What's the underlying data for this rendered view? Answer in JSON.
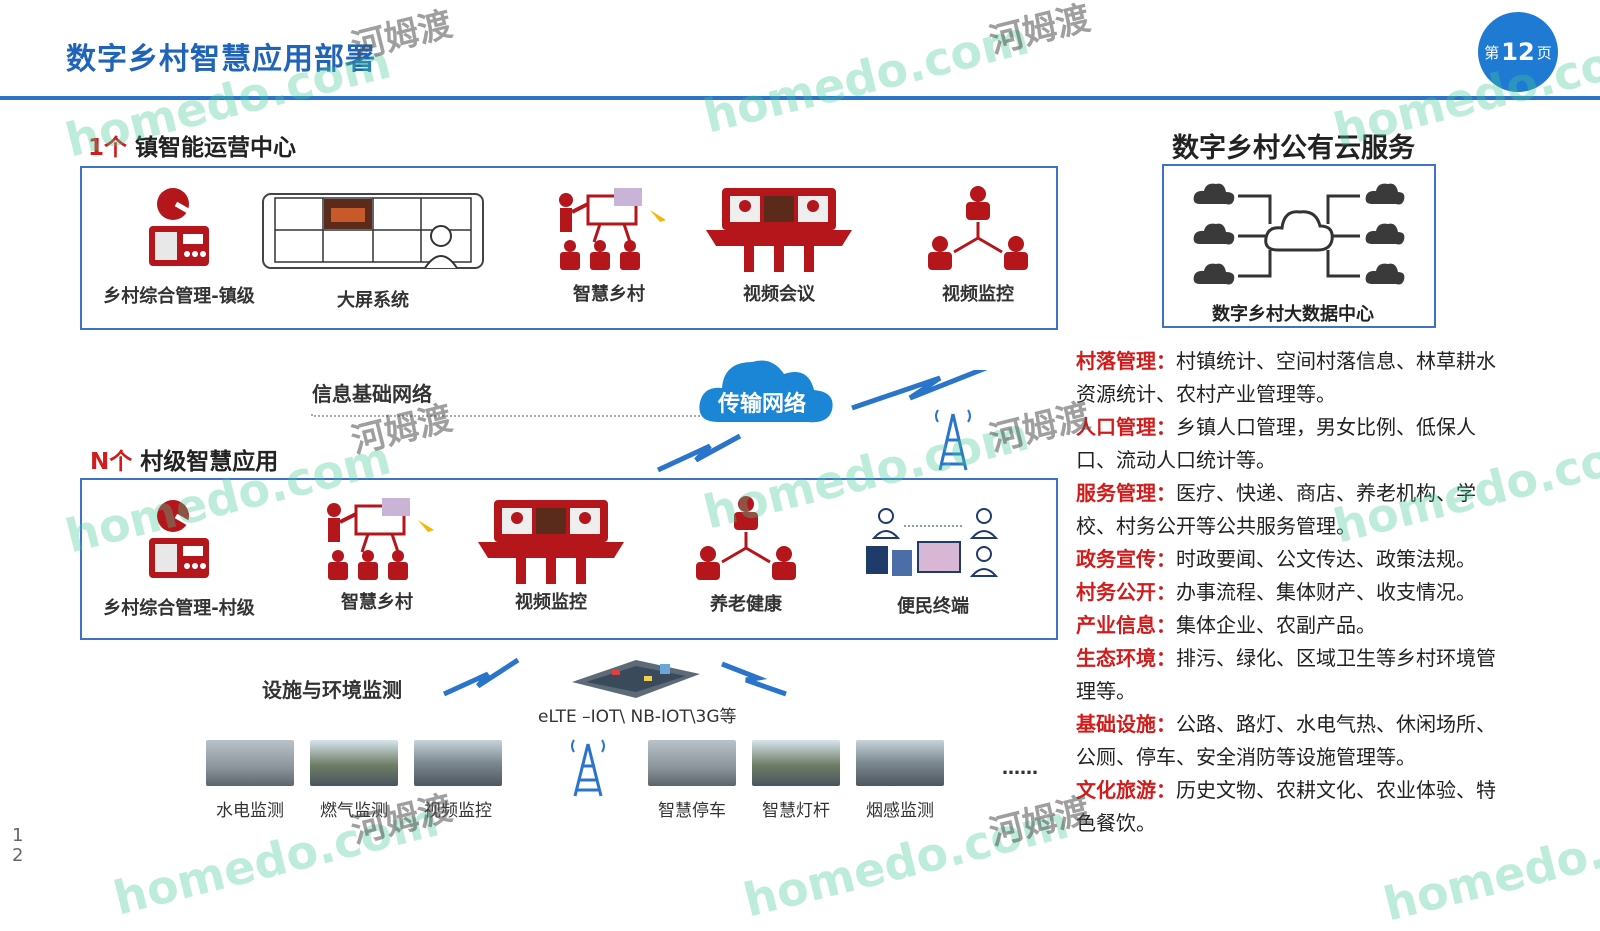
{
  "title": "数字乡村智慧应用部署",
  "page": {
    "prefix": "第",
    "number": "12",
    "suffix": "页"
  },
  "side_number": "1\n2",
  "town": {
    "title_count": "1个",
    "title_text": "镇智能运营中心",
    "items": [
      "乡村综合管理-镇级",
      "大屏系统",
      "智慧乡村",
      "视频会议",
      "视频监控"
    ]
  },
  "network": {
    "info_label": "信息基础网络",
    "cloud_label": "传输网络"
  },
  "village": {
    "title_count": "N个",
    "title_text": "村级智慧应用",
    "items": [
      "乡村综合管理-村级",
      "智慧乡村",
      "视频监控",
      "养老健康",
      "便民终端"
    ]
  },
  "facility": {
    "title": "设施与环境监测",
    "protocol": "eLTE –IOT\\ NB-IOT\\3G等",
    "left_items": [
      "水电监测",
      "燃气监测",
      "视频监控"
    ],
    "right_items": [
      "智慧停车",
      "智慧灯杆",
      "烟感监测"
    ],
    "ellipsis": "……"
  },
  "cloud_service": {
    "title": "数字乡村公有云服务",
    "center_label": "数字乡村大数据中心"
  },
  "descriptions": [
    {
      "key": "村落管理：",
      "text": "村镇统计、空间村落信息、林草耕水资源统计、农村产业管理等。"
    },
    {
      "key": "人口管理：",
      "text": "乡镇人口管理，男女比例、低保人口、流动人口统计等。"
    },
    {
      "key": "服务管理：",
      "text": "医疗、快递、商店、养老机构、学校、村务公开等公共服务管理。"
    },
    {
      "key": "政务宣传：",
      "text": "时政要闻、公文传达、政策法规。"
    },
    {
      "key": "村务公开：",
      "text": "办事流程、集体财产、收支情况。"
    },
    {
      "key": "产业信息：",
      "text": "集体企业、农副产品。"
    },
    {
      "key": "生态环境：",
      "text": "排污、绿化、区域卫生等乡村环境管理等。"
    },
    {
      "key": "基础设施：",
      "text": "公路、路灯、水电气热、休闲场所、公厕、停车、安全消防等设施管理等。"
    },
    {
      "key": "文化旅游：",
      "text": "历史文物、农耕文化、农业体验、特色餐饮。"
    }
  ],
  "watermark": {
    "latin": "homedo.com",
    "cn": "河姆渡"
  },
  "colors": {
    "primary": "#1f64b8",
    "accent": "#d11c1c",
    "icon_red": "#b4161b",
    "box_border": "#3c72c8"
  }
}
